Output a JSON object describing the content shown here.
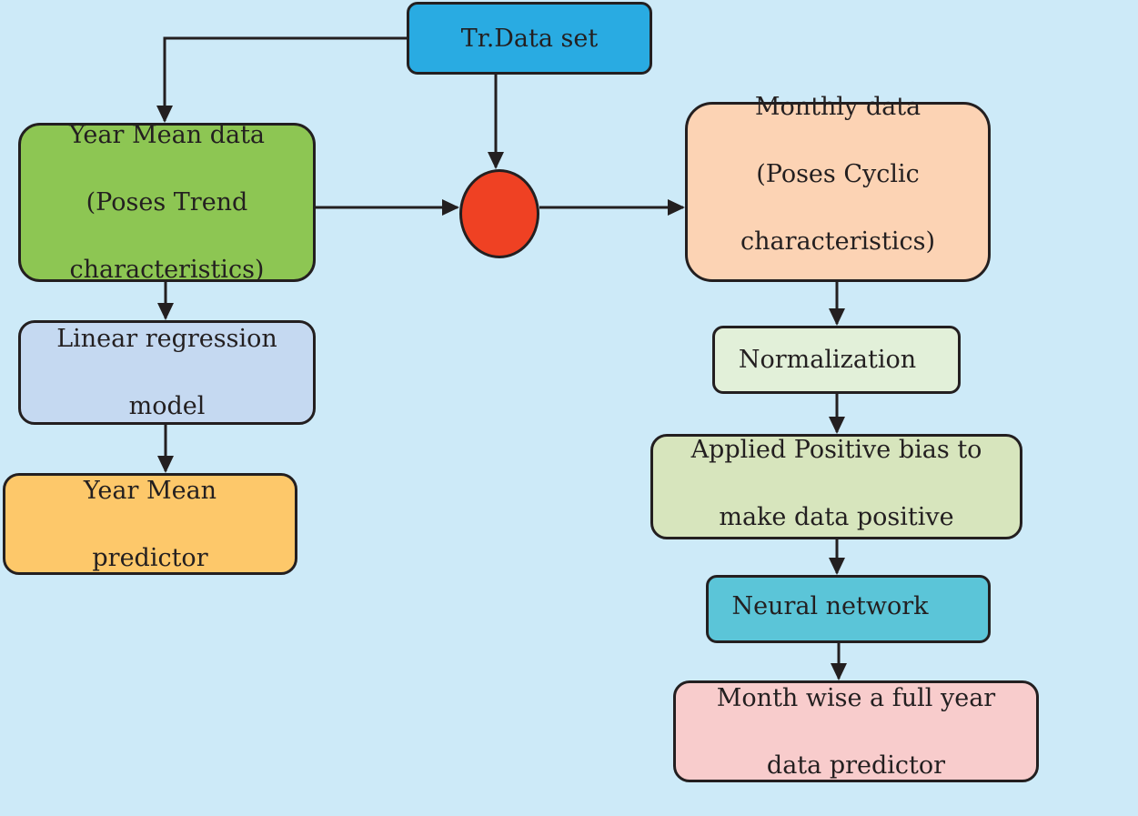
{
  "nodes": {
    "training_data": {
      "lines": [
        "Tr.Data set"
      ],
      "color": "#29abe2"
    },
    "year_mean_data": {
      "lines": [
        "Year Mean data",
        "(Poses Trend",
        "characteristics)"
      ],
      "color": "#8dc653"
    },
    "linear_regression": {
      "lines": [
        "Linear regression",
        "model"
      ],
      "color": "#c5d9f1"
    },
    "year_mean_predictor": {
      "lines": [
        "Year Mean",
        "predictor"
      ],
      "color": "#fdc86a"
    },
    "monthly_data": {
      "lines": [
        "Monthly data",
        "(Poses Cyclic",
        "characteristics)"
      ],
      "color": "#fcd3b4"
    },
    "normalization": {
      "lines": [
        "Normalization"
      ],
      "color": "#e2f0d9"
    },
    "positive_bias": {
      "lines": [
        "Applied Positive bias to",
        "make data positive"
      ],
      "color": "#d7e5bd"
    },
    "neural_network": {
      "lines": [
        "Neural network"
      ],
      "color": "#5bc5d8"
    },
    "full_year_predictor": {
      "lines": [
        "Month wise a full year",
        "data predictor"
      ],
      "color": "#f8cccc"
    },
    "junction": {
      "color": "#ef4123"
    }
  },
  "edges": [
    {
      "from": "training_data",
      "to": "year_mean_data"
    },
    {
      "from": "training_data",
      "to": "junction"
    },
    {
      "from": "year_mean_data",
      "to": "junction"
    },
    {
      "from": "junction",
      "to": "monthly_data"
    },
    {
      "from": "year_mean_data",
      "to": "linear_regression"
    },
    {
      "from": "linear_regression",
      "to": "year_mean_predictor"
    },
    {
      "from": "monthly_data",
      "to": "normalization"
    },
    {
      "from": "normalization",
      "to": "positive_bias"
    },
    {
      "from": "positive_bias",
      "to": "neural_network"
    },
    {
      "from": "neural_network",
      "to": "full_year_predictor"
    }
  ],
  "style": {
    "background": "#cdeaf8",
    "line_color": "#231f20"
  }
}
